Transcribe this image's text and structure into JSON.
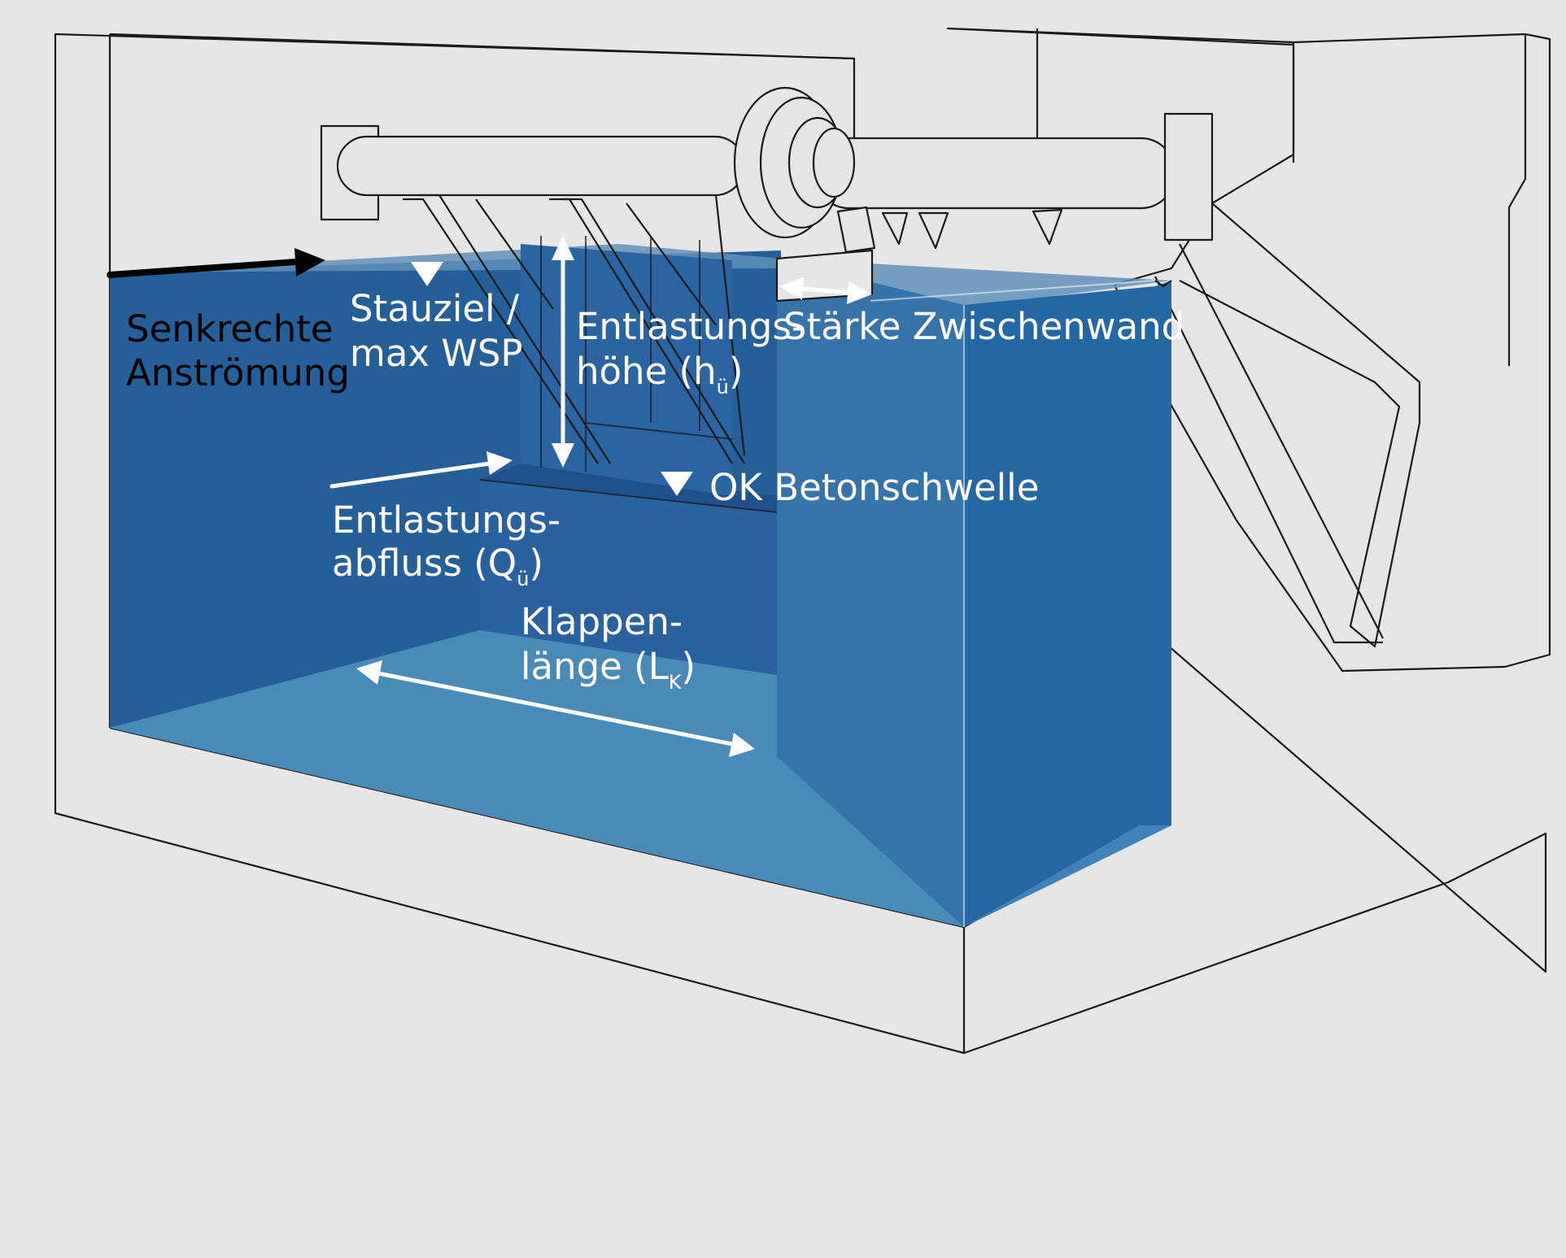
{
  "colors": {
    "background": "#e6e6e6",
    "line": "#1a1a1a",
    "water_deep": "#245f98",
    "water_light": "#4a8ab6",
    "annotation": "#ffffff"
  },
  "labels": {
    "inflow": {
      "line1": "Senkrechte",
      "line2": "Anströmung"
    },
    "max_level": {
      "line1": "Stauziel /",
      "line2": "max WSP"
    },
    "relief_height": {
      "line1": "Entlastungs-",
      "line2_text": "höhe (h",
      "sub": "ü",
      "close": ")"
    },
    "wall_thickness": "Stärke Zwischenwand",
    "sill": "OK Betonschwelle",
    "relief_discharge": {
      "line1": "Entlastungs-",
      "line2_text": "abfluss (Q",
      "sub": "ü",
      "close": ")"
    },
    "flap_length": {
      "line1": "Klappen-",
      "line2_text": "länge (L",
      "sub": "K",
      "close": ")"
    }
  }
}
